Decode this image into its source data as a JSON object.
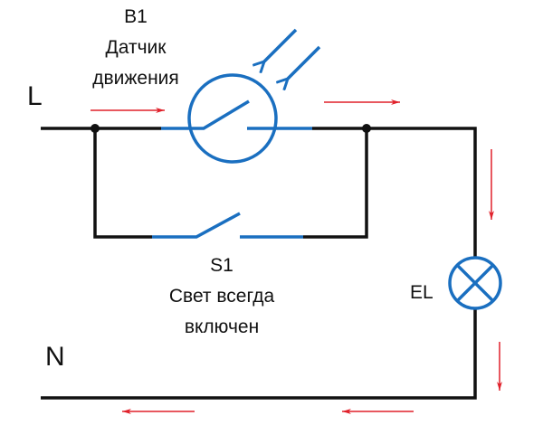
{
  "labels": {
    "line": "L",
    "neutral": "N",
    "sensor_id": "B1",
    "sensor_name_line1": "Датчик",
    "sensor_name_line2": "движения",
    "switch_id": "S1",
    "switch_name_line1": "Свет всегда",
    "switch_name_line2": "включен",
    "lamp_id": "EL"
  },
  "colors": {
    "wire": "#111111",
    "component": "#1a6fc0",
    "current": "#e0202a"
  }
}
